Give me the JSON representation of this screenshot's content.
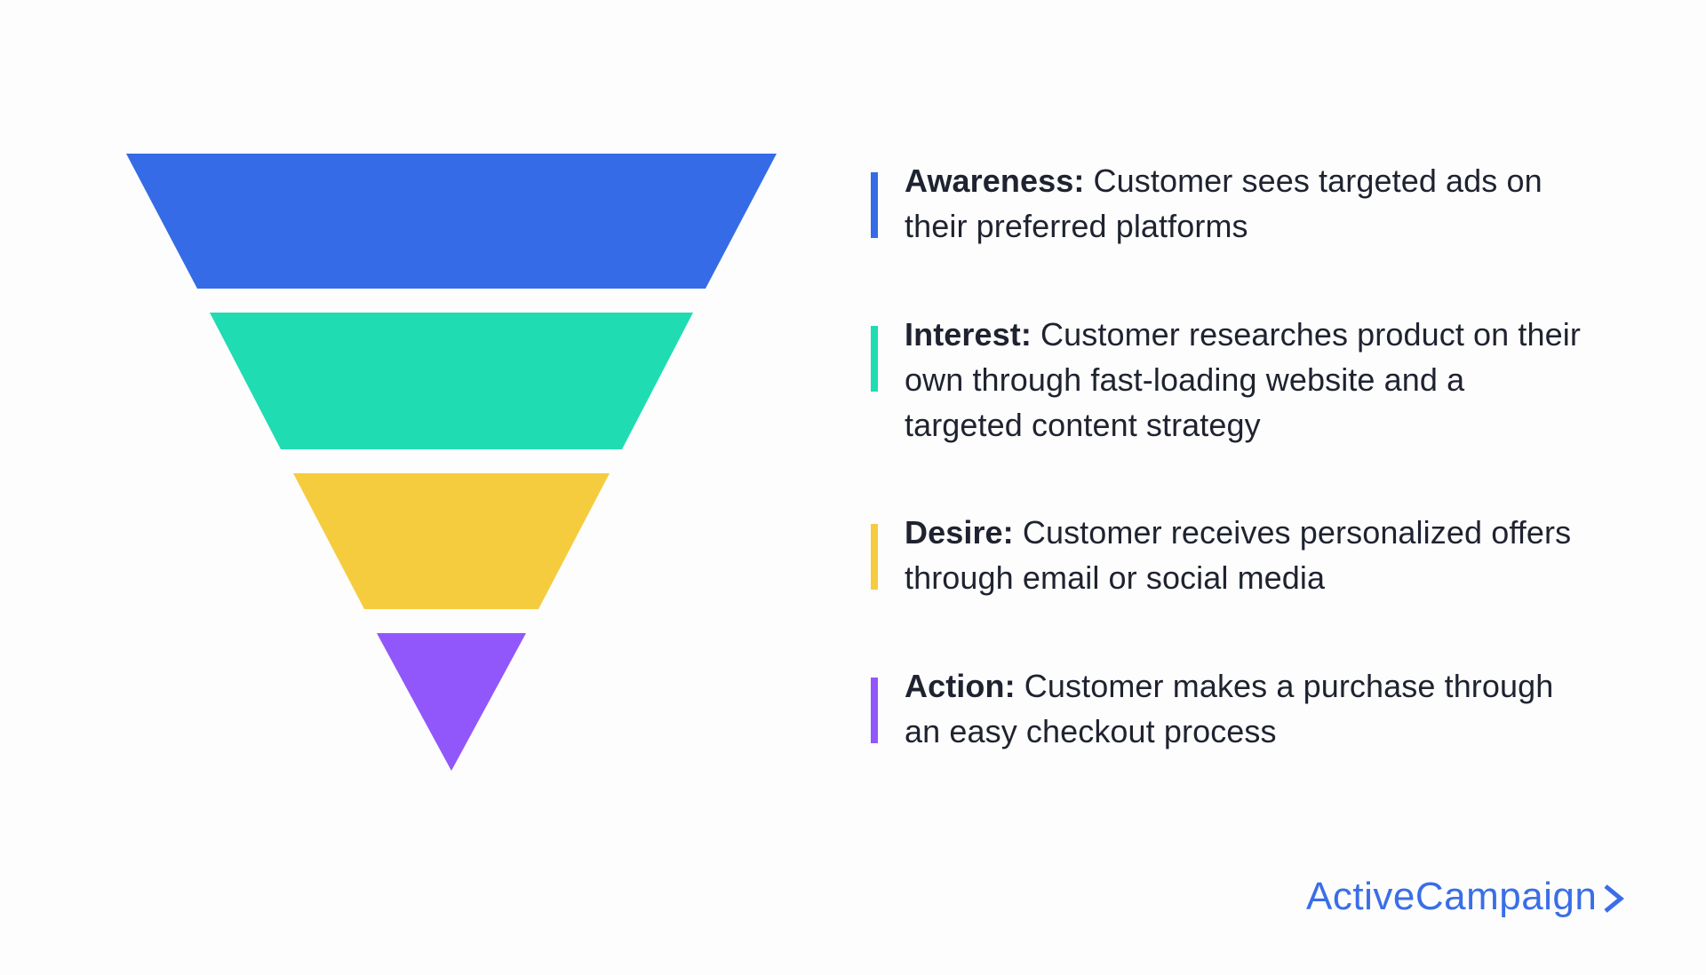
{
  "funnel": {
    "stages": [
      {
        "key": "awareness",
        "name": "Awareness:",
        "text": " Customer sees targeted ads on their preferred platforms",
        "color": "#356be6"
      },
      {
        "key": "interest",
        "name": "Interest:",
        "text": " Customer researches product on their own through fast-loading website and a targeted content strategy",
        "color": "#1fdcb2"
      },
      {
        "key": "desire",
        "name": "Desire:",
        "text": " Customer receives personalized offers through email or social media",
        "color": "#f6cc3f"
      },
      {
        "key": "action",
        "name": "Action:",
        "text": " Customer makes a purchase through an easy checkout process",
        "color": "#9157fb"
      }
    ]
  },
  "brand": {
    "name": "ActiveCampaign",
    "color": "#3a6ee8",
    "icon": "chevron-right-icon"
  }
}
